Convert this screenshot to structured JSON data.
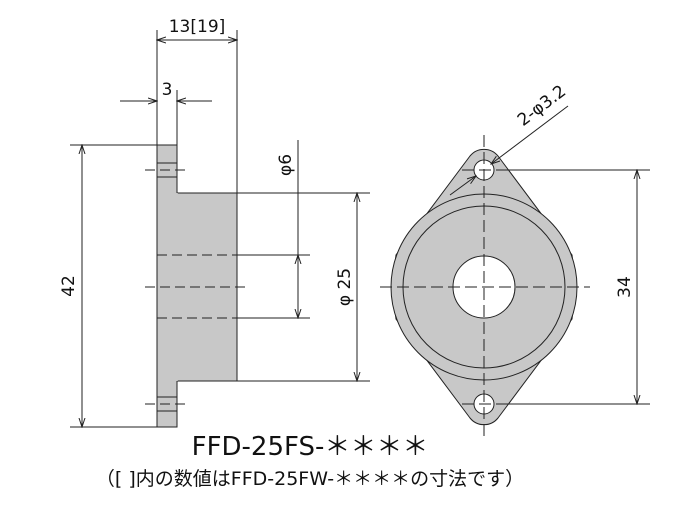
{
  "dimensions": {
    "length": "13[19]",
    "flange_thickness": "3",
    "height": "42",
    "bore": "φ6",
    "boss_diameter": "φ 25",
    "hole_pitch": "34",
    "holes": "2-φ3.2"
  },
  "title": "FFD-25FS-＊＊＊＊",
  "note": "（[ ]内の数値はFFD-25FW-＊＊＊＊の寸法です）",
  "colors": {
    "part_fill": "#c8c8c8",
    "line": "#222222"
  }
}
